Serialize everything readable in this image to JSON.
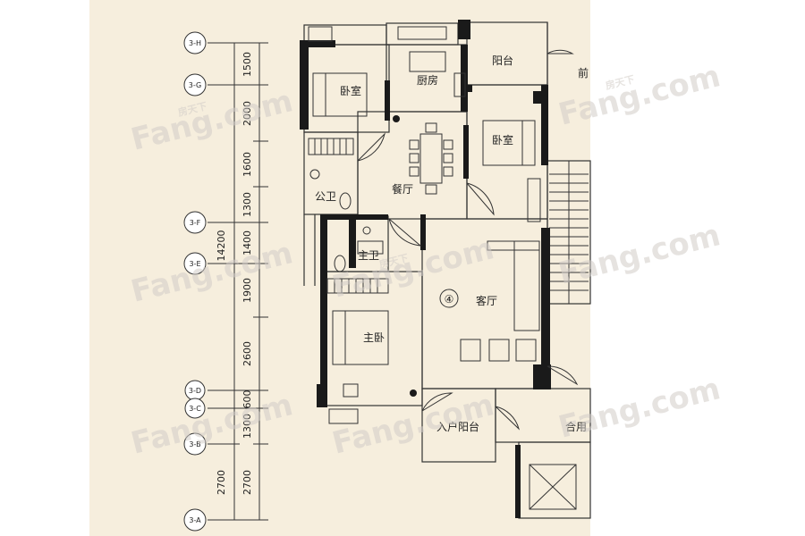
{
  "grid_axes": [
    "3-H",
    "3-G",
    "3-F",
    "3-E",
    "3-D",
    "3-C",
    "3-B",
    "3-A"
  ],
  "dimensions": {
    "total": "14200",
    "segments": [
      "1500",
      "2000",
      "1600",
      "1300",
      "1400",
      "1900",
      "2600",
      "600",
      "1300",
      "2700"
    ],
    "bottom": "2700"
  },
  "rooms": {
    "balcony": "阳台",
    "front": "前",
    "bedroom_left": "卧室",
    "kitchen": "厨房",
    "bedroom_right": "卧室",
    "dining": "餐厅",
    "public_bath": "公卫",
    "master_bath": "主卫",
    "living": "客厅",
    "unit_no": "④",
    "master_bed": "主卧",
    "entry_balcony": "入户阳台",
    "shared": "合用"
  },
  "watermark": {
    "brand": "Fang.com",
    "cn": "房天下"
  },
  "colors": {
    "wall": "#1a1a1a",
    "line": "#333333",
    "paper": "#f6eedd",
    "watermark": "#d2cdc8"
  }
}
